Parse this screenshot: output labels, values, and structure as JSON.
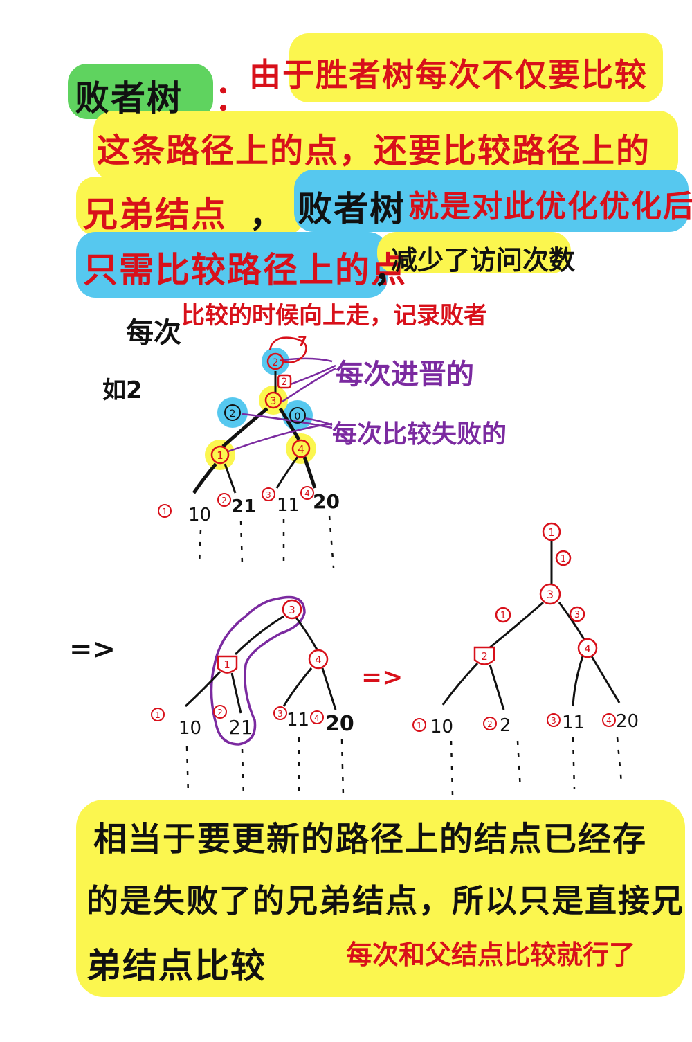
{
  "colors": {
    "highlight_yellow": "#fbf64f",
    "highlight_green": "#5fd35f",
    "highlight_blue": "#56c8ef",
    "ink_red": "#d8101a",
    "ink_black": "#111111",
    "ink_purple": "#7b2aa0"
  },
  "intro": {
    "term1": "败者树",
    "sep": "：",
    "line1": "由于胜者树每次不仅要比较",
    "line2": "这条路径上的点，还要比较路径上的",
    "line3a": "兄弟结点",
    "line3b": "，",
    "term2": "败者树",
    "line3c": "就是对此优化优化后",
    "line4": "只需比较路径上的点",
    "line4b": "，",
    "line4c": "减少了访问次数"
  },
  "annotations": {
    "each_time_prefix": "每次",
    "each_time_rest": "比较的时候向上走，记录败者",
    "example_label": "如",
    "example_num": "2",
    "root_value": "7",
    "winner_note": "每次进晋的",
    "loser_note": "每次比较失败的",
    "arrow_1": "=>",
    "arrow_2": "=>"
  },
  "tree_top": {
    "top": "2",
    "edge": "2",
    "mid": "3",
    "left_side": "2",
    "right_side": "0",
    "left": "1",
    "right": "4",
    "leaf_tags": [
      "1",
      "2",
      "3",
      "4"
    ],
    "leaves": [
      "10",
      "21",
      "11",
      "20"
    ]
  },
  "tree_bottom_left": {
    "root": "3",
    "left": "1",
    "right": "4",
    "leaf_tags": [
      "1",
      "2",
      "3",
      "4"
    ],
    "leaves": [
      "10",
      "21",
      "11",
      "20"
    ]
  },
  "tree_bottom_right": {
    "top": "1",
    "edge": "1",
    "root": "3",
    "left_edge": "1",
    "right_edge": "3",
    "left": "2",
    "right": "4",
    "leaf_tags": [
      "1",
      "2",
      "3",
      "4"
    ],
    "leaves": [
      "10",
      "2",
      "11",
      "20"
    ]
  },
  "conclusion": {
    "line1": "相当于要更新的路径上的结点已经存",
    "line2": "的是失败了的兄弟结点，所以只是直接兄",
    "line3": "弟结点比较",
    "note": "每次和父结点比较就行了"
  }
}
